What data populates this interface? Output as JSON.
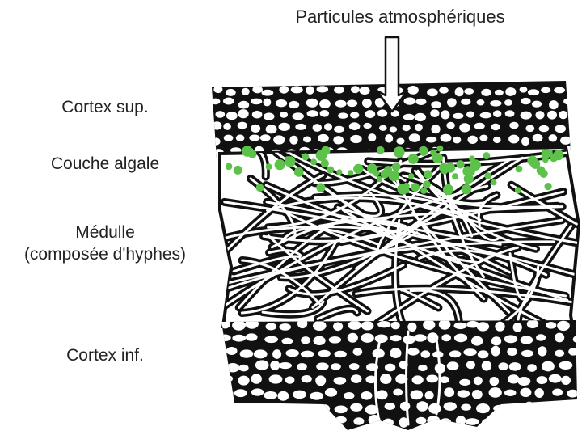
{
  "labels": {
    "top": "Particules atmosphériques",
    "cortex_sup": "Cortex sup.",
    "algal_layer": "Couche algale",
    "medulla_line1": "Médulle",
    "medulla_line2": "(composée d'hyphes)",
    "cortex_inf": "Cortex inf."
  },
  "colors": {
    "ink": "#111111",
    "algae": "#5cc24a",
    "background": "#ffffff"
  },
  "icons": {
    "arrow": "down-arrow-icon"
  }
}
